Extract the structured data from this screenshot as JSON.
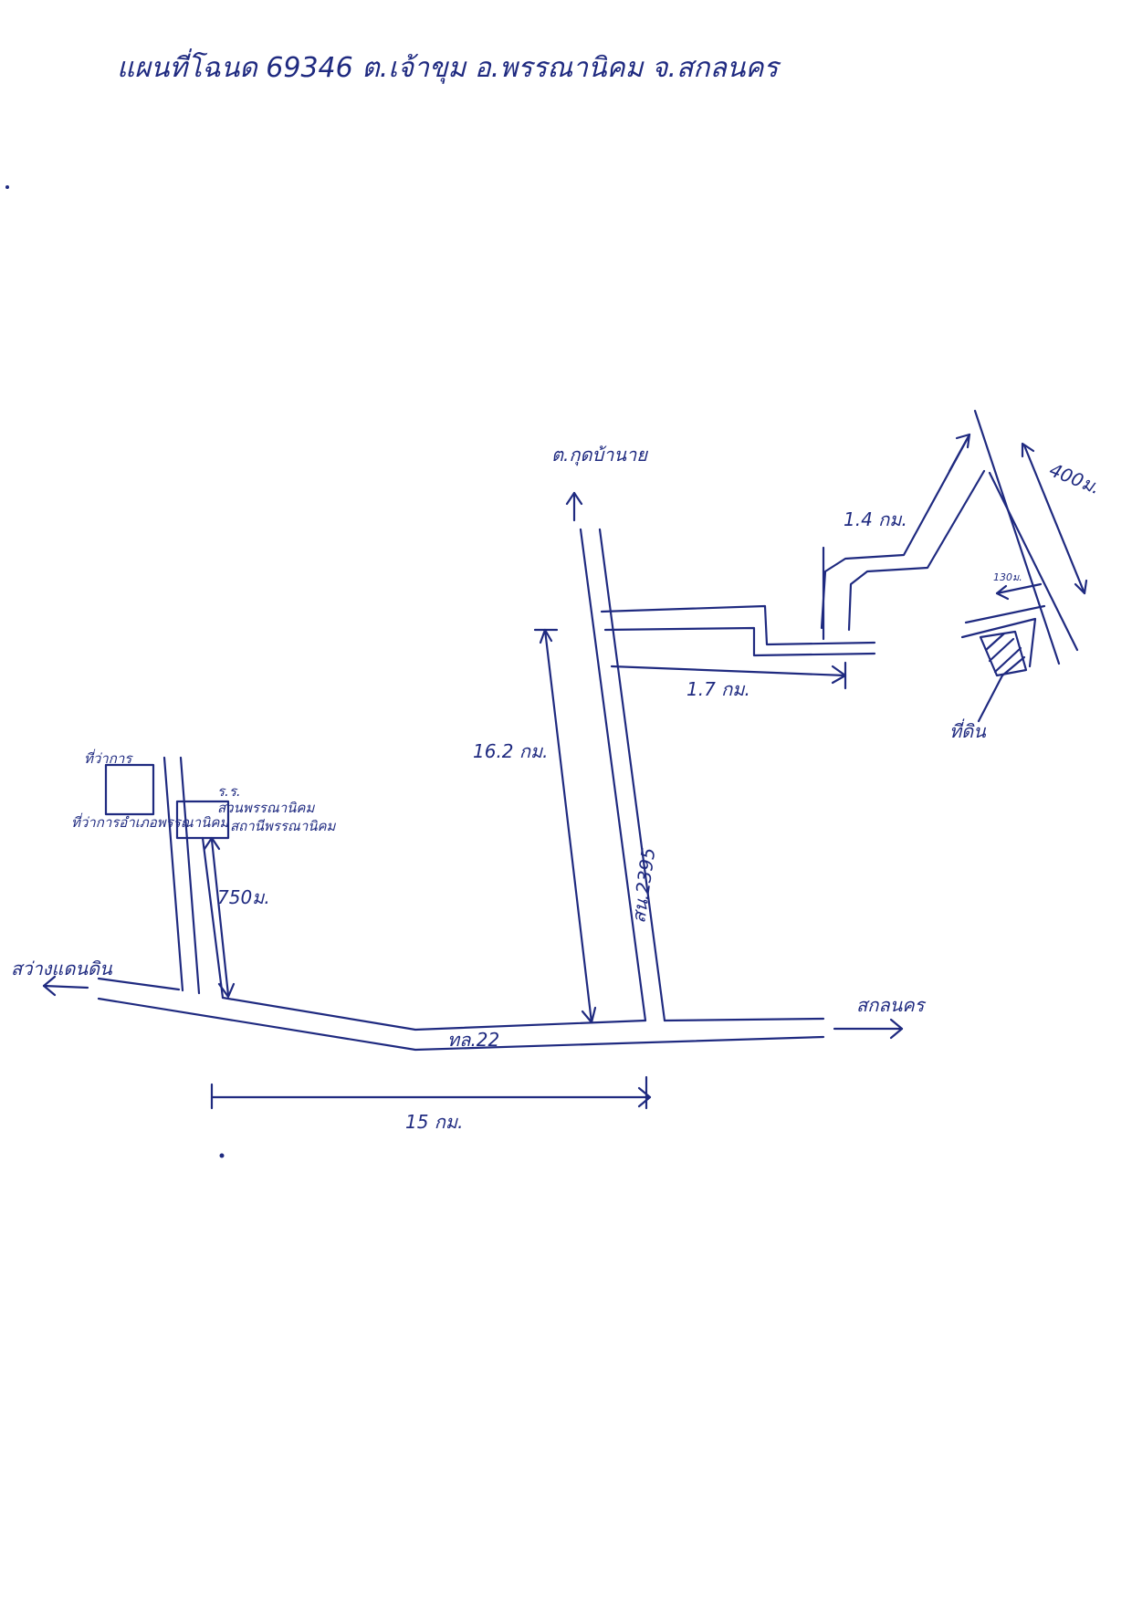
{
  "title": "แผนที่โฉนด 69346 ต.เจ้าขุม อ.พรรณานิคม จ.สกลนคร",
  "labels": {
    "north_destination": "ต.กุดบ้านาย",
    "east_destination": "สกลนคร",
    "west_destination": "สว่างแดนดิน",
    "highway_main": "ทล.22",
    "road_vertical": "สน.2395",
    "dist_highway": "15 กม.",
    "dist_vertical": "16.2 กม.",
    "dist_east_branch": "1.7 กม.",
    "dist_diagonal": "1.4 กม.",
    "dist_far_road": "400ม.",
    "dist_small": "130ม.",
    "dist_side_road": "750ม.",
    "plot_marker": "ที่ดิน",
    "left_building_name": "ที่ว่าการอำเภอพรรณานิคม",
    "left_building_box": "ที่ว่าการ",
    "school_box": "ร.ร.",
    "school_name": "สวนพรรณานิคม",
    "school_full": "สถานีพรรณานิคม"
  },
  "colors": {
    "ink": "#1f2a80",
    "paper": "#ffffff"
  }
}
